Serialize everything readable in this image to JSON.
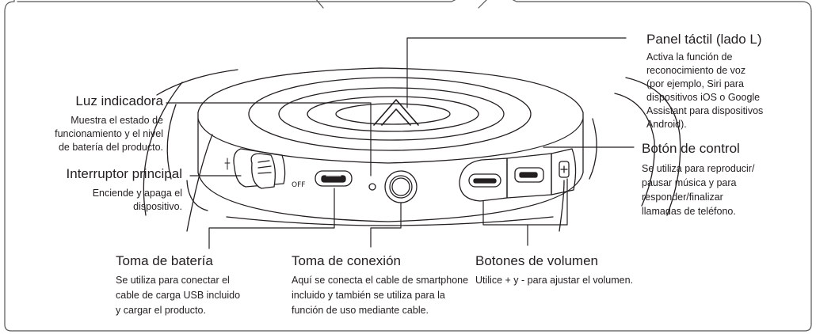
{
  "panel_tactil": {
    "title": "Panel táctil (lado L)",
    "desc": "Activa la función de\nreconocimiento de voz\n(por ejemplo, Siri para\ndispositivos iOS o Google\nAssistant para dispositivos\nAndroid)."
  },
  "boton_control": {
    "title": "Botón de control",
    "desc": "Se utiliza para reproducir/\npausar música y para\nresponder/finalizar\nllamadas de teléfono."
  },
  "luz_indicadora": {
    "title": "Luz indicadora",
    "desc": "Muestra el estado de\nfuncionamiento y el nivel\nde batería del producto."
  },
  "interruptor": {
    "title": "Interruptor principal",
    "desc": "Enciende y apaga el\ndispositivo."
  },
  "toma_bateria": {
    "title": "Toma de batería",
    "desc": "Se utiliza para conectar el\ncable de carga USB incluido\ny cargar el producto."
  },
  "toma_conexion": {
    "title": "Toma de conexión",
    "desc": "Aquí se conecta el cable de smartphone\nincluido y también se utiliza para la\nfunción de uso mediante cable."
  },
  "botones_volumen": {
    "title": "Botones de volumen",
    "desc": "Utilice + y - para ajustar el volumen."
  },
  "switch_off_label": "OFF"
}
